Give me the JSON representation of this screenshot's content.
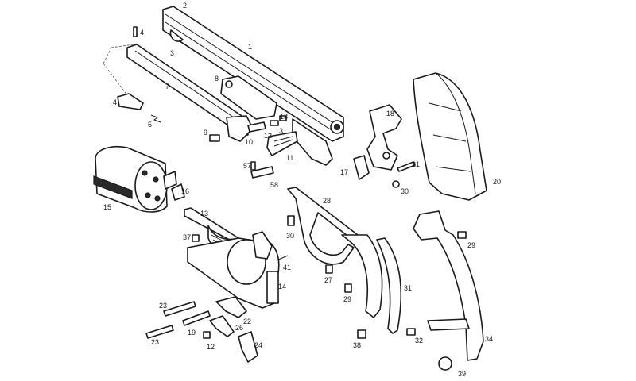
{
  "callouts": [
    {
      "id": "1",
      "text": "1"
    },
    {
      "id": "2",
      "text": "2"
    },
    {
      "id": "3",
      "text": "3"
    },
    {
      "id": "4a",
      "text": "4"
    },
    {
      "id": "4b",
      "text": "4"
    },
    {
      "id": "5",
      "text": "5"
    },
    {
      "id": "7",
      "text": "7"
    },
    {
      "id": "8",
      "text": "8"
    },
    {
      "id": "9",
      "text": "9"
    },
    {
      "id": "10",
      "text": "10"
    },
    {
      "id": "11",
      "text": "11"
    },
    {
      "id": "12a",
      "text": "12"
    },
    {
      "id": "13a",
      "text": "13"
    },
    {
      "id": "13b",
      "text": "13"
    },
    {
      "id": "13c",
      "text": "13"
    },
    {
      "id": "14",
      "text": "14"
    },
    {
      "id": "15",
      "text": "15"
    },
    {
      "id": "16",
      "text": "16"
    },
    {
      "id": "17",
      "text": "17"
    },
    {
      "id": "18",
      "text": "18"
    },
    {
      "id": "19",
      "text": "19"
    },
    {
      "id": "20",
      "text": "20"
    },
    {
      "id": "21",
      "text": "21"
    },
    {
      "id": "22",
      "text": "22"
    },
    {
      "id": "23a",
      "text": "23"
    },
    {
      "id": "23b",
      "text": "23"
    },
    {
      "id": "24",
      "text": "24"
    },
    {
      "id": "26",
      "text": "26"
    },
    {
      "id": "27",
      "text": "27"
    },
    {
      "id": "28",
      "text": "28"
    },
    {
      "id": "29a",
      "text": "29"
    },
    {
      "id": "29b",
      "text": "29"
    },
    {
      "id": "30a",
      "text": "30"
    },
    {
      "id": "30b",
      "text": "30"
    },
    {
      "id": "31",
      "text": "31"
    },
    {
      "id": "32",
      "text": "32"
    },
    {
      "id": "34",
      "text": "34"
    },
    {
      "id": "37",
      "text": "37"
    },
    {
      "id": "38",
      "text": "38"
    },
    {
      "id": "39",
      "text": "39"
    },
    {
      "id": "41",
      "text": "41"
    },
    {
      "id": "57",
      "text": "57"
    },
    {
      "id": "58",
      "text": "58"
    },
    {
      "id": "12b",
      "text": "12"
    }
  ]
}
